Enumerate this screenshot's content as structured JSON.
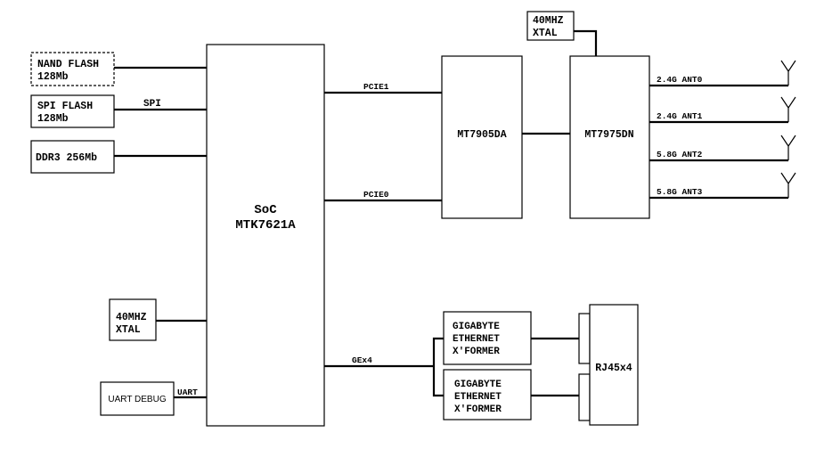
{
  "blocks": {
    "soc": [
      "SoC",
      "MTK7621A"
    ],
    "nand": [
      "NAND FLASH",
      "128Mb"
    ],
    "spi_flash": [
      "SPI FLASH",
      "128Mb"
    ],
    "ddr3": "DDR3 256Mb",
    "xtal_left": [
      "40MHZ",
      "XTAL"
    ],
    "uart_debug": "UART DEBUG",
    "mt7905": "MT7905DA",
    "mt7975": "MT7975DN",
    "xtal_top": [
      "40MHZ",
      "XTAL"
    ],
    "xformer1": [
      "GIGABYTE",
      "ETHERNET",
      "X'FORMER"
    ],
    "xformer2": [
      "GIGABYTE",
      "ETHERNET",
      "X'FORMER"
    ],
    "rj45": "RJ45x4"
  },
  "connections": {
    "spi": "SPI",
    "pcie1": "PCIE1",
    "pcie0": "PCIE0",
    "gex4": "GEx4",
    "uart": "UART"
  },
  "antennas": [
    "2.4G ANT0",
    "2.4G ANT1",
    "5.8G ANT2",
    "5.8G ANT3"
  ]
}
